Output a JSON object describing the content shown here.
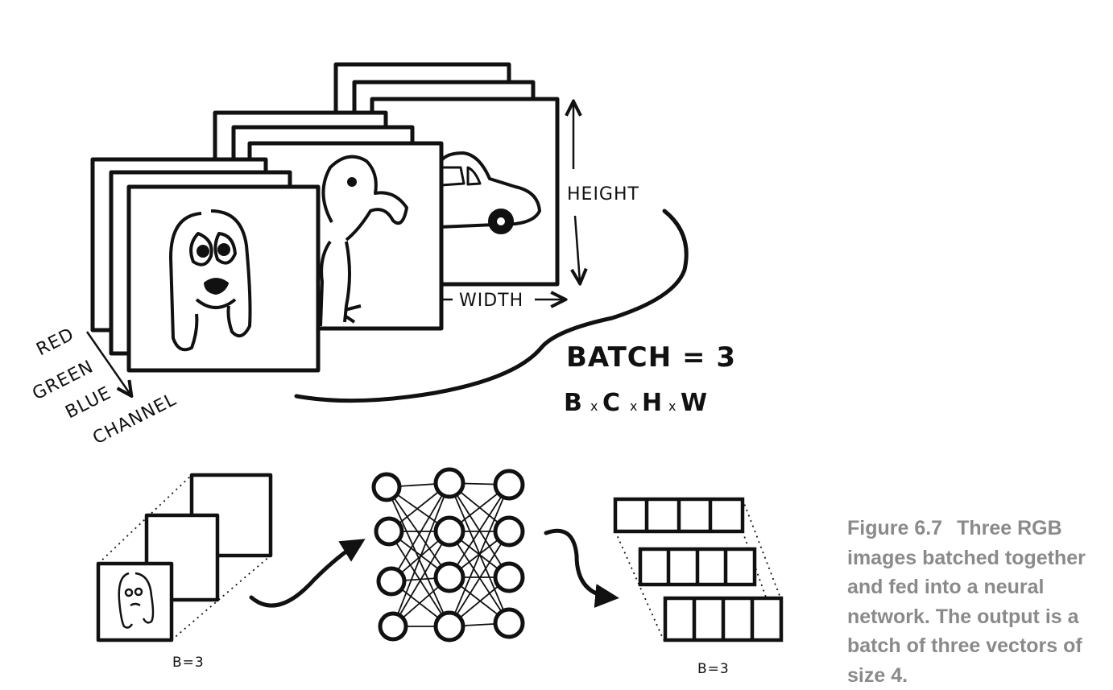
{
  "labels": {
    "height": "HEIGHT",
    "width": "WIDTH",
    "red": "RED",
    "green": "GREEN",
    "blue": "BLUE",
    "channel": "CHANNEL",
    "batch": "BATCH = 3",
    "formula": {
      "b": "B",
      "c": "C",
      "h": "H",
      "w": "W",
      "times": "x"
    },
    "input_batch": "B=3",
    "output_batch": "B=3"
  },
  "caption": {
    "figure_number": "Figure 6.7",
    "text": "Three RGB images batched together and fed into a neural network. The output is a batch of three vectors of size 4."
  },
  "network": {
    "layers": 3,
    "nodes_per_layer": 4
  },
  "output": {
    "vectors": 3,
    "vector_size": 4
  }
}
